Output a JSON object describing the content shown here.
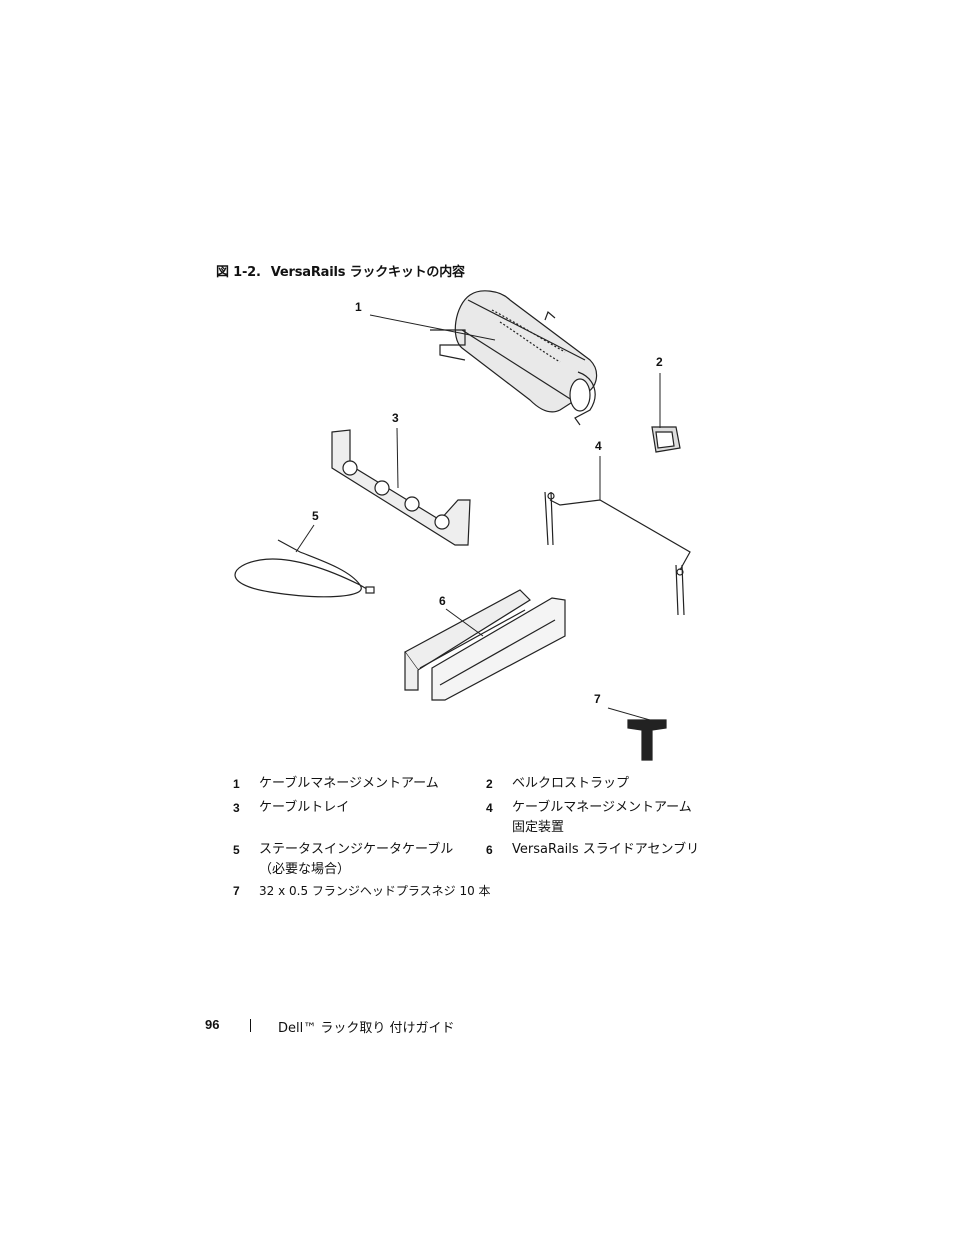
{
  "figure": {
    "number": "図 1-2.",
    "title": "VersaRails ラックキットの内容",
    "callouts": [
      "1",
      "2",
      "3",
      "4",
      "5",
      "6",
      "7"
    ]
  },
  "legend": [
    {
      "num": "1",
      "text": "ケーブルマネージメントアーム"
    },
    {
      "num": "2",
      "text": "ベルクロストラップ"
    },
    {
      "num": "3",
      "text": "ケーブルトレイ"
    },
    {
      "num": "4",
      "text": "ケーブルマネージメントアーム固定装置"
    },
    {
      "num": "5",
      "text": "ステータスインジケータケーブル（必要な場合）"
    },
    {
      "num": "6",
      "text": "VersaRails スライドアセンブリ"
    },
    {
      "num": "7",
      "text": "32 x 0.5 フランジヘッドプラスネジ 10 本"
    }
  ],
  "footer": {
    "page_number": "96",
    "doc_title": "Dell™ ラック取り 付けガイド"
  }
}
